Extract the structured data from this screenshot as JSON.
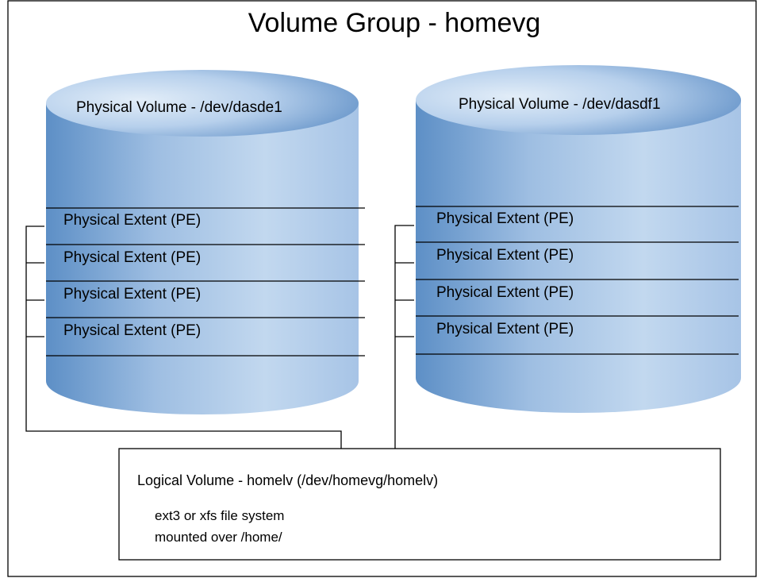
{
  "title": "Volume Group - homevg",
  "physical_volumes": [
    {
      "label": "Physical Volume - /dev/dasde1",
      "extents": [
        "Physical Extent (PE)",
        "Physical Extent (PE)",
        "Physical Extent (PE)",
        "Physical Extent (PE)"
      ]
    },
    {
      "label": "Physical Volume - /dev/dasdf1",
      "extents": [
        "Physical Extent (PE)",
        "Physical Extent (PE)",
        "Physical Extent (PE)",
        "Physical Extent (PE)"
      ]
    }
  ],
  "logical_volume": {
    "title": "Logical Volume - homelv (/dev/homevg/homelv)",
    "fs_line": "ext3 or xfs file system",
    "mount_line": "mounted over /home/"
  },
  "colors": {
    "cylinder_edge": "#5b8ec5",
    "cylinder_mid": "#a9c6e6",
    "cylinder_light": "#cfe0f2",
    "top_dark": "#6a9acd",
    "border": "#000000"
  }
}
